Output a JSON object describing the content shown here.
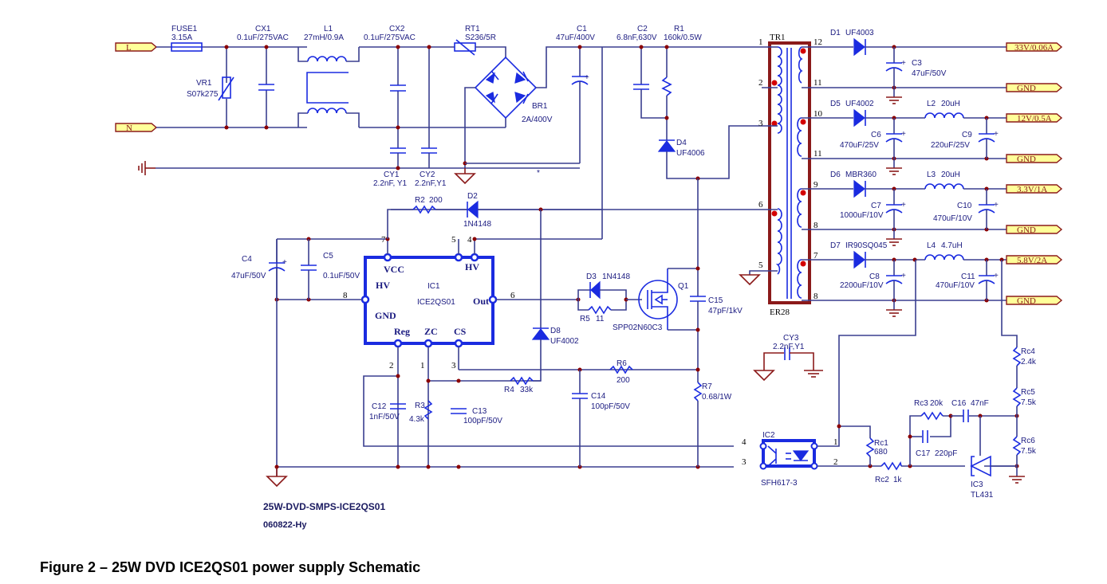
{
  "caption": "Figure 2 – 25W DVD ICE2QS01 power supply Schematic",
  "title_block": {
    "name": "25W-DVD-SMPS-ICE2QS01",
    "rev": "060822-Hy"
  },
  "ports": {
    "L": "L",
    "N": "N",
    "out33": "33V/0.06A",
    "gnd1": "GND",
    "out12": "12V/0.5A",
    "gnd2": "GND",
    "out3v3": "3.3V/1A",
    "gnd3": "GND",
    "out58": "5.8V/2A",
    "gnd4": "GND"
  },
  "components": {
    "fuse1": {
      "ref": "FUSE1",
      "value": "3.15A"
    },
    "vr1": {
      "ref": "VR1",
      "value": "S07k275"
    },
    "cx1": {
      "ref": "CX1",
      "value": "0.1uF/275VAC"
    },
    "l1": {
      "ref": "L1",
      "value": "27mH/0.9A"
    },
    "cx2": {
      "ref": "CX2",
      "value": "0.1uF/275VAC"
    },
    "rt1": {
      "ref": "RT1",
      "value": "S236/5R"
    },
    "br1": {
      "ref": "BR1",
      "value": "2A/400V"
    },
    "c1": {
      "ref": "C1",
      "value": "47uF/400V"
    },
    "c2": {
      "ref": "C2",
      "value": "6.8nF,630V"
    },
    "r1": {
      "ref": "R1",
      "value": "160k/0.5W"
    },
    "d4": {
      "ref": "D4",
      "value": "UF4006"
    },
    "cy1": {
      "ref": "CY1",
      "value": "2.2nF, Y1"
    },
    "cy2": {
      "ref": "CY2",
      "value": "2.2nF,Y1"
    },
    "star": "*",
    "tr1": {
      "ref": "TR1",
      "core": "ER28"
    },
    "d1": {
      "ref": "D1",
      "value": "UF4003"
    },
    "c3": {
      "ref": "C3",
      "value": "47uF/50V"
    },
    "d5": {
      "ref": "D5",
      "value": "UF4002"
    },
    "l2": {
      "ref": "L2",
      "value": "20uH"
    },
    "c6": {
      "ref": "C6",
      "value": "470uF/25V"
    },
    "c9": {
      "ref": "C9",
      "value": "220uF/25V"
    },
    "d6": {
      "ref": "D6",
      "value": "MBR360"
    },
    "l3": {
      "ref": "L3",
      "value": "20uH"
    },
    "c7": {
      "ref": "C7",
      "value": "1000uF/10V"
    },
    "c10": {
      "ref": "C10",
      "value": "470uF/10V"
    },
    "d7": {
      "ref": "D7",
      "value": "IR90SQ045"
    },
    "l4": {
      "ref": "L4",
      "value": "4.7uH"
    },
    "c8": {
      "ref": "C8",
      "value": "2200uF/10V"
    },
    "c11": {
      "ref": "C11",
      "value": "470uF/10V"
    },
    "r2": {
      "ref": "R2",
      "value": "200"
    },
    "d2": {
      "ref": "D2",
      "value": "1N4148"
    },
    "c4": {
      "ref": "C4",
      "value": "47uF/50V"
    },
    "c5": {
      "ref": "C5",
      "value": "0.1uF/50V"
    },
    "ic1": {
      "ref": "IC1",
      "value": "ICE2QS01",
      "pins": {
        "vcc": "VCC",
        "hv_top": "HV",
        "hv_left": "HV",
        "gnd": "GND",
        "out": "Out",
        "reg": "Reg",
        "zc": "ZC",
        "cs": "CS"
      }
    },
    "d3": {
      "ref": "D3",
      "value": "1N4148"
    },
    "r5": {
      "ref": "R5",
      "value": "11"
    },
    "q1": {
      "ref": "Q1",
      "value": "SPP02N60C3"
    },
    "c15": {
      "ref": "C15",
      "value": "47pF/1kV"
    },
    "d8": {
      "ref": "D8",
      "value": "UF4002"
    },
    "r4": {
      "ref": "R4",
      "value": "33k"
    },
    "r6": {
      "ref": "R6",
      "value": "200"
    },
    "r7": {
      "ref": "R7",
      "value": "0.68/1W"
    },
    "c14": {
      "ref": "C14",
      "value": "100pF/50V"
    },
    "c12": {
      "ref": "C12",
      "value": "1nF/50V"
    },
    "r3": {
      "ref": "R3",
      "value": "4.3k"
    },
    "c13": {
      "ref": "C13",
      "value": "100pF/50V"
    },
    "cy3": {
      "ref": "CY3",
      "value": "2.2nF,Y1"
    },
    "ic2": {
      "ref": "IC2",
      "value": "SFH617-3"
    },
    "rc1": {
      "ref": "Rc1",
      "value": "680"
    },
    "rc2": {
      "ref": "Rc2",
      "value": "1k"
    },
    "rc3": {
      "ref": "Rc3",
      "value": "20k"
    },
    "c16": {
      "ref": "C16",
      "value": "47nF"
    },
    "c17": {
      "ref": "C17",
      "value": "220pF"
    },
    "ic3": {
      "ref": "IC3",
      "value": "TL431"
    },
    "rc4": {
      "ref": "Rc4",
      "value": "2.4k"
    },
    "rc5": {
      "ref": "Rc5",
      "value": "7.5k"
    },
    "rc6": {
      "ref": "Rc6",
      "value": "7.5k"
    }
  },
  "pin_numbers": {
    "tr1": [
      "1",
      "2",
      "3",
      "6",
      "5",
      "12",
      "11",
      "10",
      "11",
      "9",
      "8",
      "7",
      "8"
    ],
    "ic1": [
      "7",
      "5",
      "4",
      "8",
      "6",
      "2",
      "1",
      "3"
    ],
    "ic2": [
      "4",
      "3",
      "1",
      "2"
    ]
  }
}
